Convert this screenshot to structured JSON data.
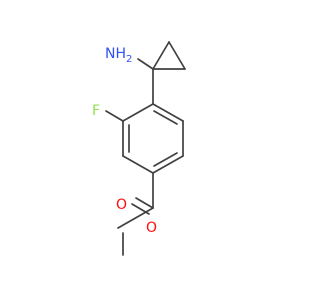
{
  "molecule": {
    "atoms": {
      "amine": "NH",
      "amine_subscript": "2",
      "fluorine": "F",
      "carbonyl_oxygen": "O",
      "ester_oxygen": "O"
    },
    "colors": {
      "bond": "#404040",
      "nitrogen": "#3050f8",
      "oxygen": "#ff0d0d",
      "fluorine": "#90e050",
      "background": "#ffffff"
    }
  }
}
